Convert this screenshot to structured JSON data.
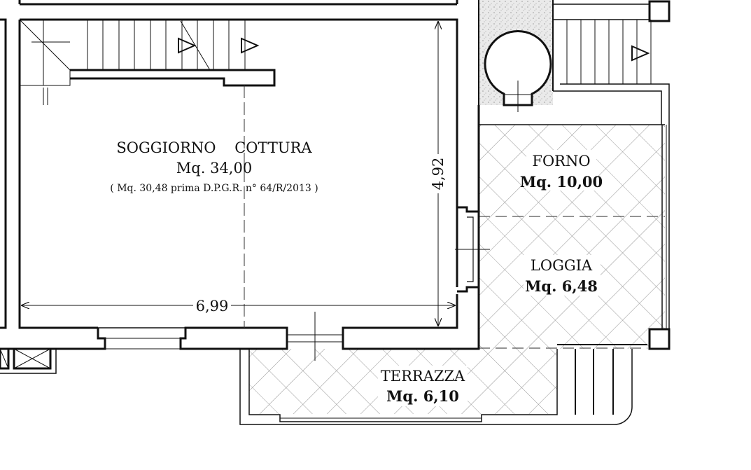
{
  "rooms": {
    "soggiorno": {
      "name": "SOGGIORNO    COTTURA",
      "area": "Mq. 34,00",
      "note": "( Mq. 30,48 prima D.P.G.R. n° 64/R/2013 )"
    },
    "forno": {
      "name": "FORNO",
      "area": "Mq. 10,00"
    },
    "loggia": {
      "name": "LOGGIA",
      "area": "Mq. 6,48"
    },
    "terrazza": {
      "name": "TERRAZZA",
      "area": "Mq. 6,10"
    }
  },
  "dimensions": {
    "width": "6,99",
    "height": "4,92"
  },
  "colors": {
    "line": "#111111",
    "hatch": "#9a9a9a",
    "speckle": "#e4e4e4"
  }
}
